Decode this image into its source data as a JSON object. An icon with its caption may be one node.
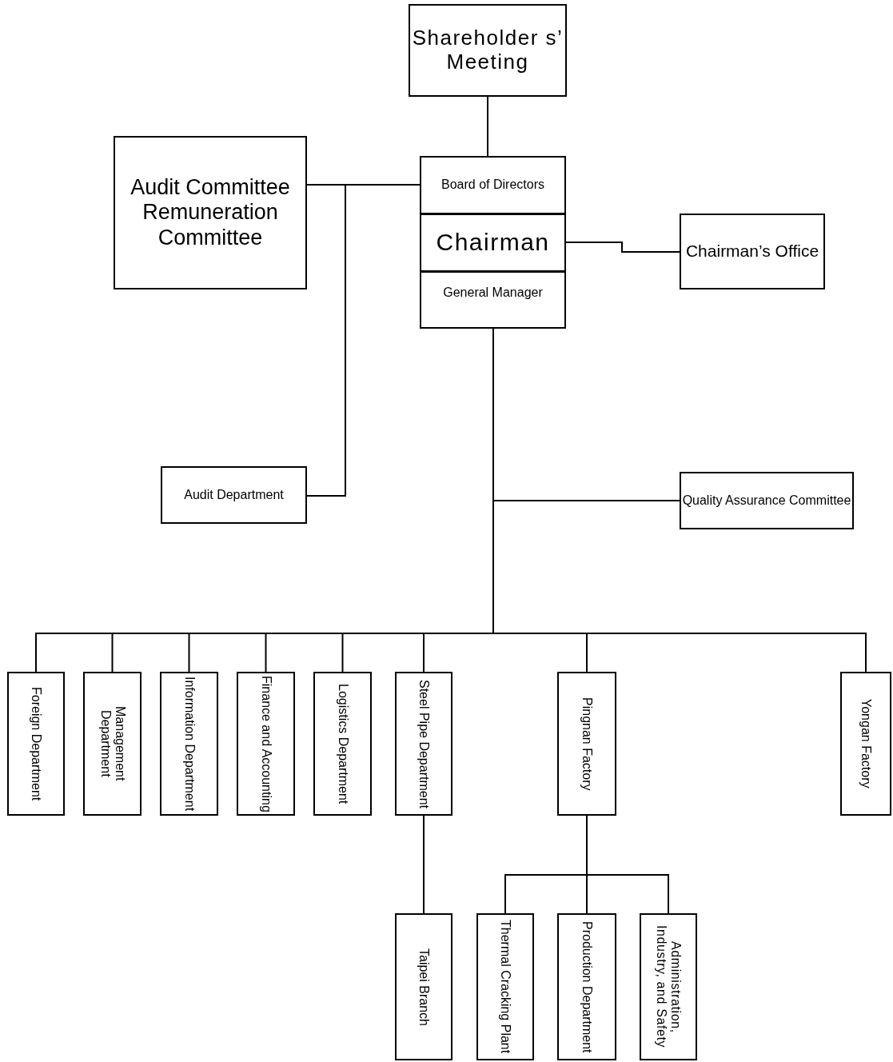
{
  "diagram": {
    "nodes": [
      {
        "text": [
          "Shareholder s’ Meeting"
        ]
      },
      {
        "text": [
          "Audit Committee",
          "Remuneration Committee"
        ]
      },
      {
        "text": [
          "Board of Directors"
        ]
      },
      {
        "text": [
          "Chairman"
        ]
      },
      {
        "text": [
          "General Manager"
        ]
      },
      {
        "text": [
          "Chairman’s Office"
        ]
      },
      {
        "text": [
          "Audit Department"
        ]
      },
      {
        "text": [
          "Quality Assurance Committee"
        ]
      },
      {
        "text": [
          "Foreign Department"
        ]
      },
      {
        "text": [
          "Management Department"
        ]
      },
      {
        "text": [
          "Information Department"
        ]
      },
      {
        "text": [
          "Finance and Accounting"
        ]
      },
      {
        "text": [
          "Logistics Department"
        ]
      },
      {
        "text": [
          "Steel Pipe Department"
        ]
      },
      {
        "text": [
          "Pingnan Factory"
        ]
      },
      {
        "text": [
          "Yongan Factory"
        ]
      },
      {
        "text": [
          "Taipei Branch"
        ]
      },
      {
        "text": [
          "Thermal Cracking Plant"
        ]
      },
      {
        "text": [
          "Production Department"
        ]
      },
      {
        "text": [
          "Administration, Industry, and Safety"
        ]
      }
    ],
    "edges": [
      {
        "from": 0,
        "to": 2,
        "arrow": "none"
      },
      {
        "from": 2,
        "to": 1,
        "arrow": "none"
      },
      {
        "from": 2,
        "to": 6,
        "arrow": "none"
      },
      {
        "from": 3,
        "to": 5,
        "arrow": "none"
      },
      {
        "from": 4,
        "to": 7,
        "arrow": "none"
      },
      {
        "from": 4,
        "to": 8,
        "arrow": "none"
      },
      {
        "from": 4,
        "to": 9,
        "arrow": "none"
      },
      {
        "from": 4,
        "to": 10,
        "arrow": "none"
      },
      {
        "from": 4,
        "to": 11,
        "arrow": "none"
      },
      {
        "from": 4,
        "to": 12,
        "arrow": "none"
      },
      {
        "from": 4,
        "to": 13,
        "arrow": "none"
      },
      {
        "from": 4,
        "to": 14,
        "arrow": "none"
      },
      {
        "from": 4,
        "to": 15,
        "arrow": "none"
      },
      {
        "from": 13,
        "to": 16,
        "arrow": "none"
      },
      {
        "from": 14,
        "to": 17,
        "arrow": "none"
      },
      {
        "from": 14,
        "to": 18,
        "arrow": "none"
      },
      {
        "from": 14,
        "to": 19,
        "arrow": "none"
      }
    ]
  }
}
